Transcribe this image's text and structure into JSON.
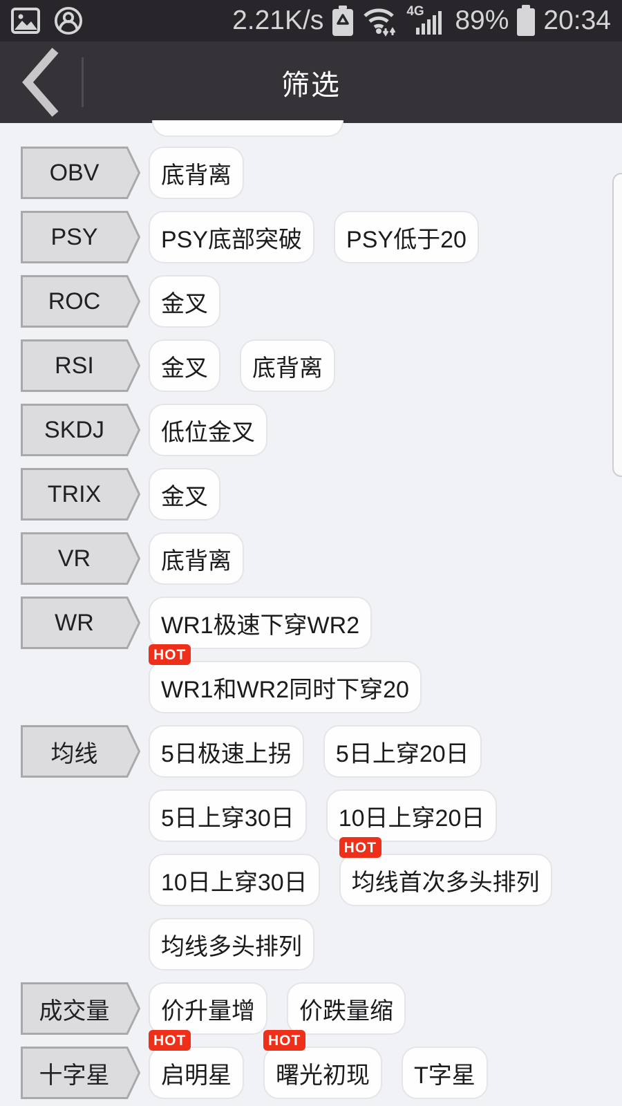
{
  "status_bar": {
    "net_speed": "2.21K/s",
    "network_type": "4G",
    "battery_percent": "89%",
    "time": "20:34",
    "icons": [
      "gallery-icon",
      "contacts-icon",
      "battery-saver-icon",
      "wifi-icon",
      "signal-bars-icon",
      "battery-icon"
    ]
  },
  "header": {
    "title": "筛选"
  },
  "filters": {
    "hot_badge_label": "HOT",
    "categories": [
      {
        "label": "OBV",
        "options": [
          {
            "label": "底背离",
            "hot": false
          }
        ]
      },
      {
        "label": "PSY",
        "options": [
          {
            "label": "PSY底部突破",
            "hot": false
          },
          {
            "label": "PSY低于20",
            "hot": false
          }
        ]
      },
      {
        "label": "ROC",
        "options": [
          {
            "label": "金叉",
            "hot": false
          }
        ]
      },
      {
        "label": "RSI",
        "options": [
          {
            "label": "金叉",
            "hot": false
          },
          {
            "label": "底背离",
            "hot": false
          }
        ]
      },
      {
        "label": "SKDJ",
        "options": [
          {
            "label": "低位金叉",
            "hot": false
          }
        ]
      },
      {
        "label": "TRIX",
        "options": [
          {
            "label": "金叉",
            "hot": false
          }
        ]
      },
      {
        "label": "VR",
        "options": [
          {
            "label": "底背离",
            "hot": false
          }
        ]
      },
      {
        "label": "WR",
        "options": [
          {
            "label": "WR1极速下穿WR2",
            "hot": false
          },
          {
            "label": "WR1和WR2同时下穿20",
            "hot": true
          }
        ]
      },
      {
        "label": "均线",
        "options": [
          {
            "label": "5日极速上拐",
            "hot": false
          },
          {
            "label": "5日上穿20日",
            "hot": false
          },
          {
            "label": "5日上穿30日",
            "hot": false
          },
          {
            "label": "10日上穿20日",
            "hot": false
          },
          {
            "label": "10日上穿30日",
            "hot": false
          },
          {
            "label": "均线首次多头排列",
            "hot": true
          },
          {
            "label": "均线多头排列",
            "hot": false
          }
        ]
      },
      {
        "label": "成交量",
        "options": [
          {
            "label": "价升量增",
            "hot": false
          },
          {
            "label": "价跌量缩",
            "hot": false
          }
        ]
      },
      {
        "label": "十字星",
        "options": [
          {
            "label": "启明星",
            "hot": true
          },
          {
            "label": "曙光初现",
            "hot": true
          },
          {
            "label": "T字星",
            "hot": false
          }
        ]
      }
    ]
  },
  "colors": {
    "status_bar_bg": "#28262a",
    "app_bar_bg": "#353238",
    "content_bg": "#f1f2f5",
    "hot_badge_bg": "#ee2f1a",
    "tag_fill": "#dcdcde",
    "tag_border": "#a9a9ab",
    "chip_bg": "#fefeff",
    "chip_border": "#e5e5e9"
  }
}
